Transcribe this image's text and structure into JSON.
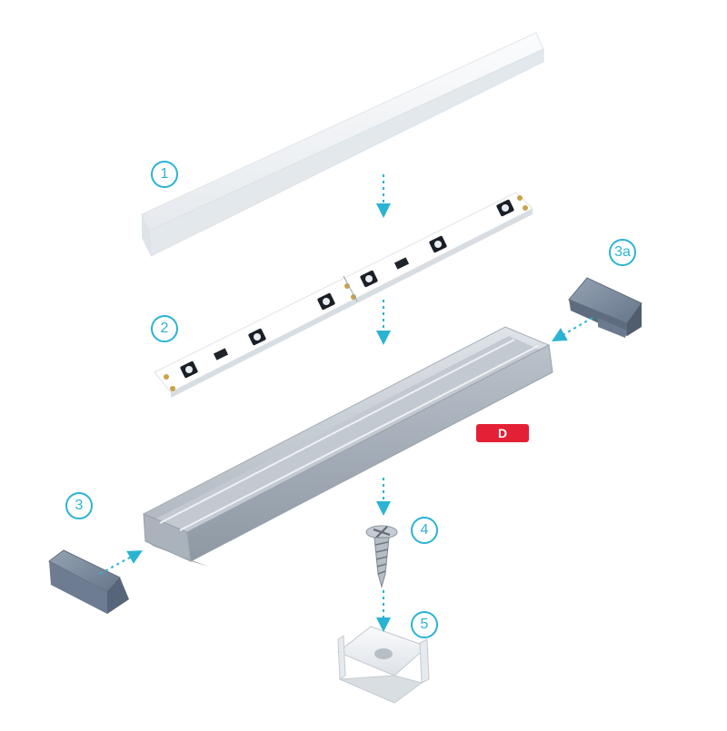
{
  "parts": [
    {
      "number": "1",
      "name": "diffuser-cover"
    },
    {
      "number": "2",
      "name": "led-strip"
    },
    {
      "number": "3",
      "name": "end-cap-left"
    },
    {
      "number": "3a",
      "name": "end-cap-right"
    },
    {
      "number": "4",
      "name": "mounting-screw"
    },
    {
      "number": "5",
      "name": "mounting-clip"
    }
  ],
  "profile_badge": "D",
  "colors": {
    "callout": "#2bb3d3",
    "arrow": "#2bb3d3",
    "badge": "#e42035",
    "aluminium": "#c9cfd6",
    "end_cap": "#7f8fa3",
    "cover": "#eef1f4",
    "pcb": "#ffffff"
  }
}
